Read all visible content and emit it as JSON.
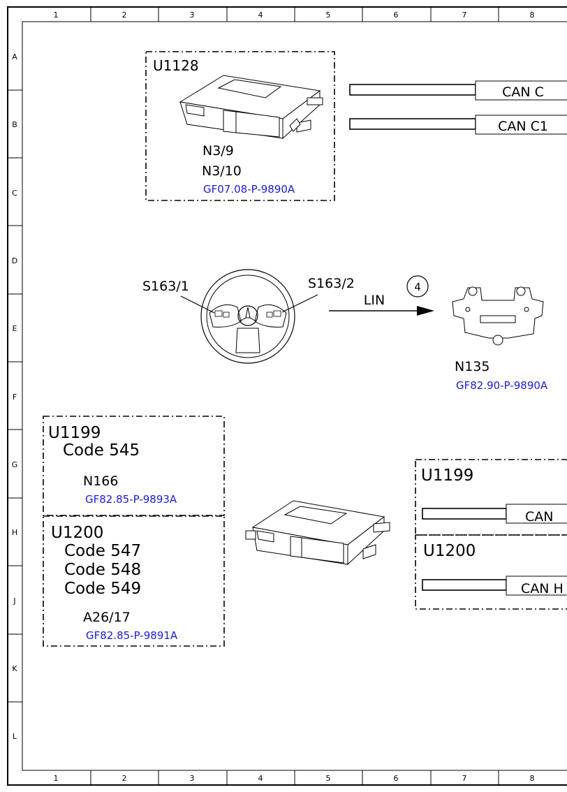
{
  "frame": {
    "columns": [
      "1",
      "2",
      "3",
      "4",
      "5",
      "6",
      "7",
      "8"
    ],
    "rows": [
      "A",
      "B",
      "C",
      "D",
      "E",
      "F",
      "G",
      "H",
      "J",
      "K",
      "L"
    ]
  },
  "groups": {
    "u1128": {
      "code": "U1128",
      "components": [
        "N3/9",
        "N3/10"
      ],
      "ref": "GF07.08-P-9890A",
      "connectors": [
        "CAN C",
        "CAN C1"
      ]
    },
    "steering": {
      "left_switch": "S163/1",
      "right_switch": "S163/2",
      "bus": "LIN",
      "marker": "4",
      "target": "N135",
      "target_ref": "GF82.90-P-9890A"
    },
    "u1199_left": {
      "code": "U1199",
      "option": "Code 545",
      "component": "N166",
      "ref": "GF82.85-P-9893A"
    },
    "u1200_left": {
      "code": "U1200",
      "options": [
        "Code 547",
        "Code 548",
        "Code 549"
      ],
      "component": "A26/17",
      "ref": "GF82.85-P-9891A"
    },
    "u1199_right": {
      "code": "U1199",
      "connector": "CAN"
    },
    "u1200_right": {
      "code": "U1200",
      "connector": "CAN H"
    }
  }
}
